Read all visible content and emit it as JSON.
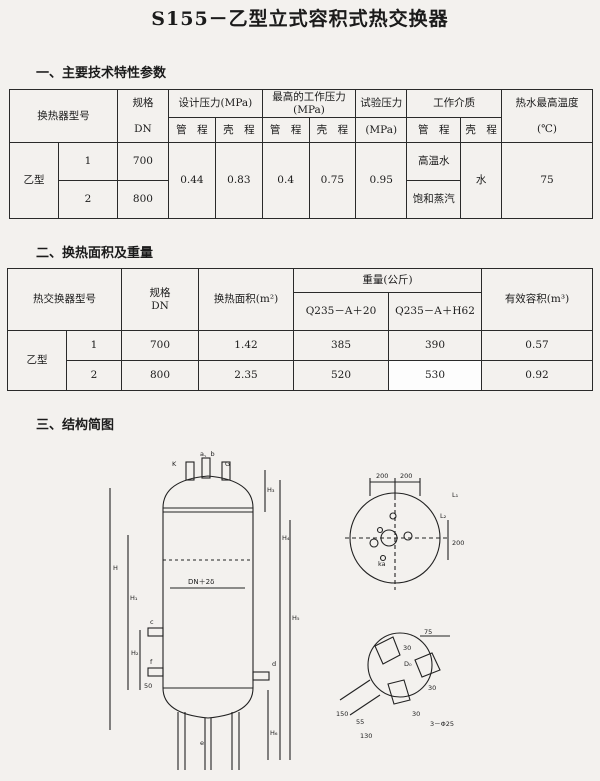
{
  "title": "S155－乙型立式容积式热交换器",
  "sections": {
    "s1": "一、主要技术特性参数",
    "s2": "二、换热面积及重量",
    "s3": "三、结构简图"
  },
  "table1": {
    "model_header": "换热器型号",
    "spec_header_l1": "规格",
    "spec_header_l2": "DN",
    "design_pressure": "设计压力(MPa)",
    "max_pressure_l1": "最高的工作压力",
    "max_pressure_l2": "(MPa)",
    "test_pressure_l1": "试验压力",
    "test_pressure_l2": "(MPa)",
    "medium": "工作介质",
    "max_temp_l1": "热水最高温度",
    "max_temp_l2": "(℃)",
    "tube": "管　程",
    "shell": "壳　程",
    "type": "乙型",
    "row1_no": "1",
    "row1_dn": "700",
    "row2_no": "2",
    "row2_dn": "800",
    "design_tube": "0.44",
    "design_shell": "0.83",
    "max_tube": "0.4",
    "max_shell": "0.75",
    "test": "0.95",
    "medium_tube_l1": "高温水",
    "medium_tube_l2": "饱和蒸汽",
    "medium_shell": "水",
    "temp": "75"
  },
  "table2": {
    "model_header": "热交换器型号",
    "spec_header_l1": "规格",
    "spec_header_l2": "DN",
    "area_header": "换热面积(m²)",
    "weight_header": "重量(公斤)",
    "w1_header": "Q235－A＋20",
    "w2_header": "Q235－A＋H62",
    "volume_header": "有效容积(m³)",
    "type": "乙型",
    "rows": [
      {
        "no": "1",
        "dn": "700",
        "area": "1.42",
        "w1": "385",
        "w2": "390",
        "vol": "0.57"
      },
      {
        "no": "2",
        "dn": "800",
        "area": "2.35",
        "w1": "520",
        "w2": "530",
        "vol": "0.92"
      }
    ]
  },
  "drawing": {
    "dn_label": "DN＋2δ",
    "label_k": "K",
    "label_g": "G",
    "label_ab": "a、b",
    "label_h": "H",
    "label_h1": "H₁",
    "label_h2": "H₂",
    "label_h3": "H₃",
    "label_h4": "H₄",
    "label_h5": "H₅",
    "label_h6": "H₆",
    "label_d": "d",
    "label_f": "f",
    "label_c": "c",
    "label_e": "e",
    "label_50": "50",
    "dim_200a": "200",
    "dim_200b": "200",
    "dim_200c": "200",
    "label_l1": "L₁",
    "label_l2": "L₂",
    "label_ka": "ka",
    "dim_75": "75",
    "dim_30a": "30",
    "dim_30b": "30",
    "dim_30c": "30",
    "dim_150": "150",
    "dim_55": "55",
    "dim_130": "130",
    "label_db": "D₀",
    "holes": "3－Φ25"
  },
  "colors": {
    "ink": "#1b1b1b",
    "paper": "#f3f1ee",
    "table_line": "#2a2a2a"
  }
}
